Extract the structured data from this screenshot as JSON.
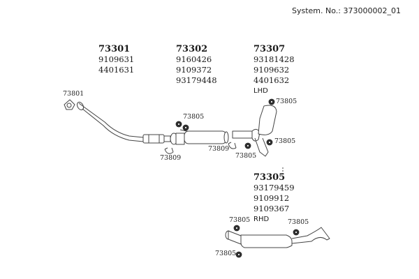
{
  "header": {
    "system_number": "System. No.: 373000002_01"
  },
  "groups": [
    {
      "code": "73301",
      "parts": [
        "9109631",
        "4401631"
      ],
      "note": ""
    },
    {
      "code": "73302",
      "parts": [
        "9160426",
        "9109372",
        "93179448"
      ],
      "note": ""
    },
    {
      "code": "73307",
      "parts": [
        "93181428",
        "9109632",
        "4401632"
      ],
      "note": "LHD"
    },
    {
      "code": "73305",
      "parts": [
        "93179459",
        "9109912",
        "9109367"
      ],
      "note": "RHD"
    }
  ],
  "callouts": {
    "front_gasket": "73801",
    "clamp": "73809",
    "rubber_mount": "73805"
  },
  "colors": {
    "line": "#444444",
    "mount_fill": "#333333"
  }
}
